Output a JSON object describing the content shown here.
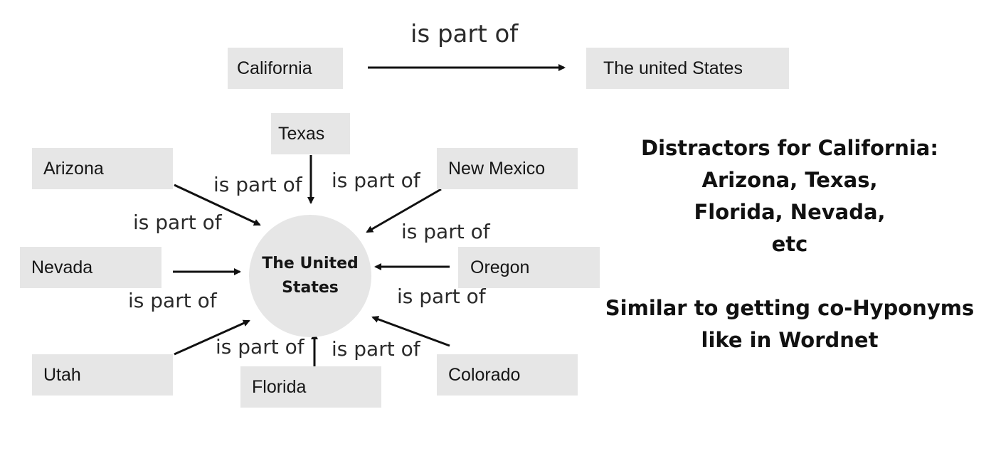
{
  "top": {
    "source": "California",
    "relation": "is part of",
    "target": "The united States"
  },
  "hub": {
    "line1": "The United",
    "line2": "States"
  },
  "nodes": {
    "texas": "Texas",
    "arizona": "Arizona",
    "new_mexico": "New Mexico",
    "nevada": "Nevada",
    "oregon": "Oregon",
    "utah": "Utah",
    "florida": "Florida",
    "colorado": "Colorado"
  },
  "relation_label": "is part of",
  "notes": {
    "distractors": {
      "line1": "Distractors for California:",
      "line2": "Arizona, Texas,",
      "line3": "Florida, Nevada,",
      "line4": "etc"
    },
    "similar": {
      "line1": "Similar to getting co-Hyponyms",
      "line2": "like in Wordnet"
    }
  },
  "colors": {
    "box_fill": "#e6e6e6",
    "arrow": "#111111",
    "background": "#ffffff"
  }
}
